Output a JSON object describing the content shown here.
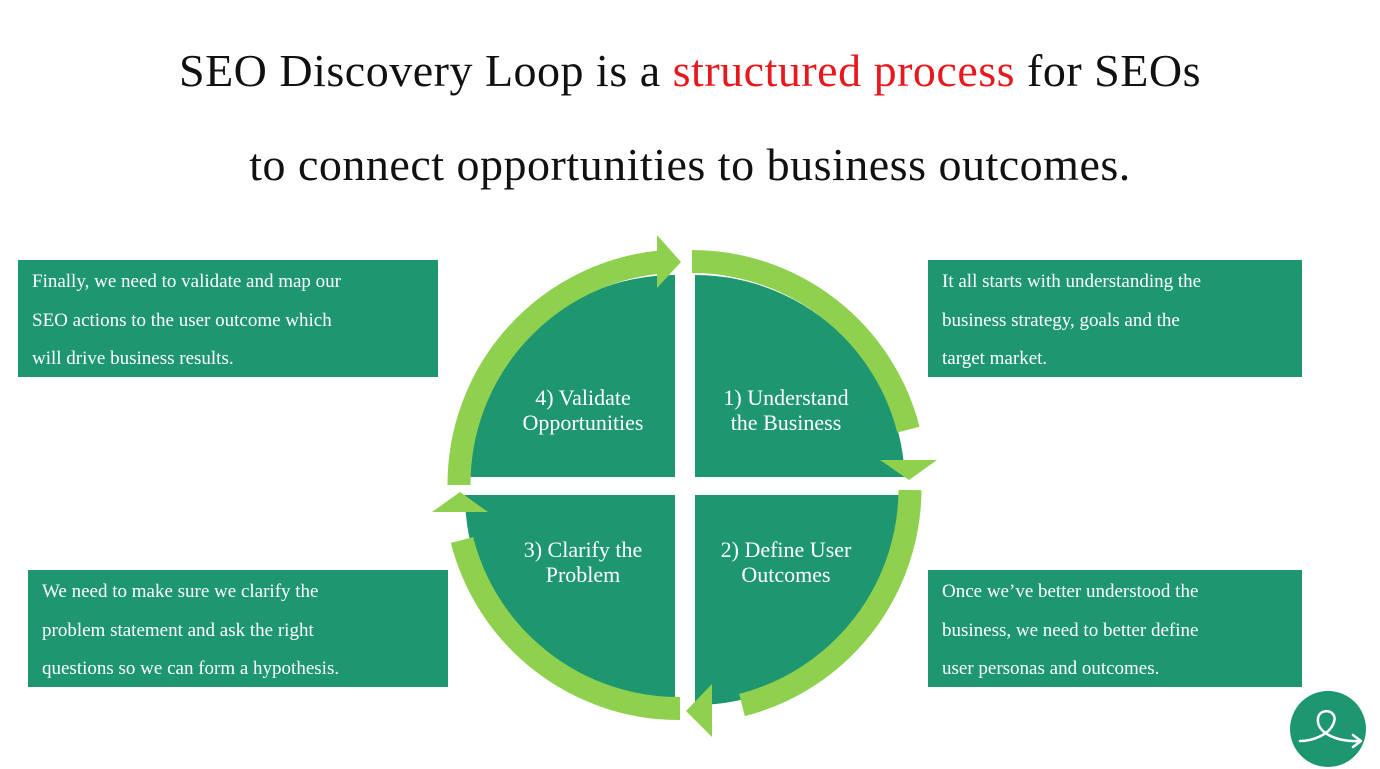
{
  "headline": {
    "line1_before": "SEO Discovery Loop is a ",
    "line1_highlight": "structured process",
    "line1_after": " for SEOs",
    "line2": "to connect opportunities to business outcomes."
  },
  "steps": [
    {
      "line1": "1) Understand",
      "line2": "the Business"
    },
    {
      "line1": "2) Define User",
      "line2": "Outcomes"
    },
    {
      "line1": "3) Clarify the",
      "line2": "Problem"
    },
    {
      "line1": "4) Validate",
      "line2": "Opportunities"
    }
  ],
  "notes": {
    "top_right": [
      "It all starts with understanding the",
      "business strategy, goals and the",
      "target market."
    ],
    "bottom_right": [
      "Once we’ve better understood the",
      "business, we need to better define",
      "user personas and outcomes."
    ],
    "bottom_left": [
      "We need to make sure we clarify the",
      "problem statement and ask the right",
      "questions so we can form a hypothesis."
    ],
    "top_left": [
      "Finally, we need to validate and map our",
      "SEO actions to the user outcome which",
      "will drive business results."
    ]
  },
  "colors": {
    "quadrant": "#1e9670",
    "arrow": "#8fd14f",
    "highlight": "#e8191e",
    "note_bg": "#1e9670"
  },
  "icons": {
    "logo": "loop-arrow-logo-icon"
  }
}
